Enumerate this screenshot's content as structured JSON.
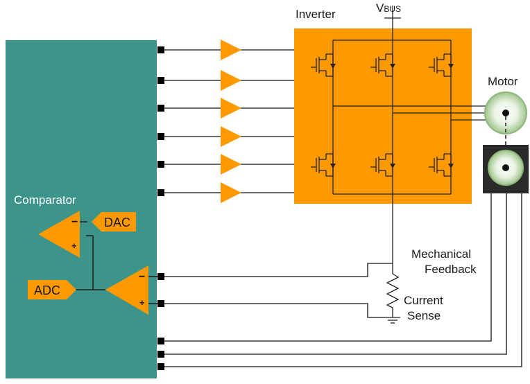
{
  "labels": {
    "comparator": "Comparator",
    "dac": "DAC",
    "adc": "ADC",
    "inverter": "Inverter",
    "vbus_main": "V",
    "vbus_sub": "BUS",
    "motor": "Motor",
    "mech_line1": "Mechanical",
    "mech_line2": "Feedback",
    "current_line1": "Current",
    "current_line2": "Sense",
    "minus": "−",
    "plus": "+"
  },
  "colors": {
    "mcu_block": "#3c948b",
    "inverter_block": "#ff9900",
    "driver": "#ff9900",
    "wire": "#3a3a3a",
    "motor_rim": "#b5d2a3",
    "encoder_body": "#2b2b2b"
  }
}
